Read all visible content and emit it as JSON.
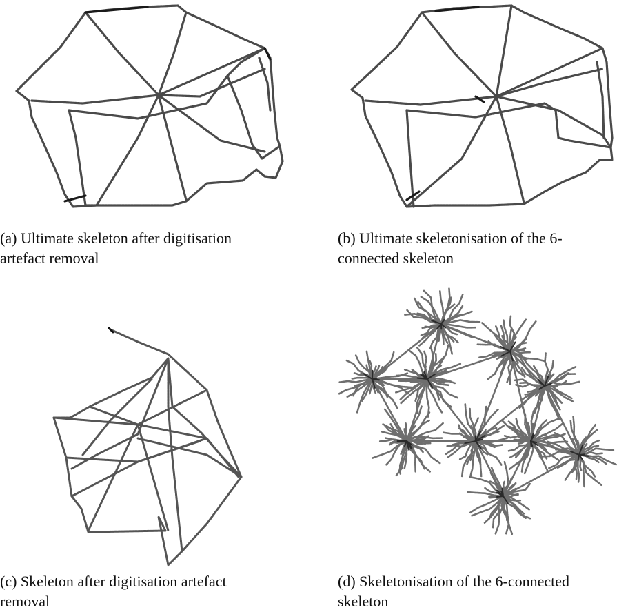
{
  "figure": {
    "panels": [
      {
        "id": "a",
        "caption_lines": [
          "(a) Ultimate skeleton after digitisation",
          "artefact removal"
        ]
      },
      {
        "id": "b",
        "caption_lines": [
          "(b) Ultimate skeletonisation of the 6-",
          "connected skeleton"
        ]
      },
      {
        "id": "c",
        "caption_lines": [
          "(c) Skeleton after digitisation artefact",
          "removal"
        ]
      },
      {
        "id": "d",
        "caption_lines": [
          "(d) Skeletonisation of the 6-connected",
          "skeleton"
        ]
      }
    ]
  },
  "colors": {
    "stroke": "#6e6e6e",
    "stroke_dark": "#2a2a2a",
    "background": "#ffffff"
  }
}
